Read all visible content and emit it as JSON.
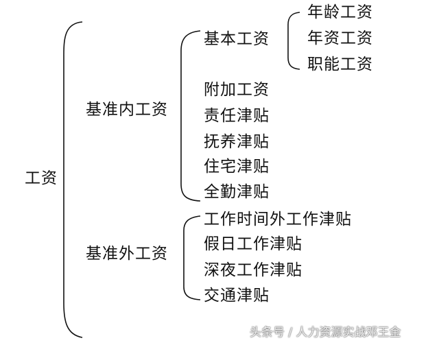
{
  "root": "工资",
  "level1": [
    {
      "label": "基准内工资",
      "children": [
        {
          "label": "基本工资",
          "children": [
            "年龄工资",
            "年资工资",
            "职能工资"
          ]
        },
        {
          "label": "附加工资"
        },
        {
          "label": "责任津贴"
        },
        {
          "label": "抚养津贴"
        },
        {
          "label": "住宅津贴"
        },
        {
          "label": "全勤津贴"
        }
      ]
    },
    {
      "label": "基准外工资",
      "children": [
        {
          "label": "工作时间外工作津贴"
        },
        {
          "label": "假日工作津贴"
        },
        {
          "label": "深夜工作津贴"
        },
        {
          "label": "交通津贴"
        }
      ]
    }
  ],
  "watermark": "头条号 / 人力资源实战邓王金"
}
